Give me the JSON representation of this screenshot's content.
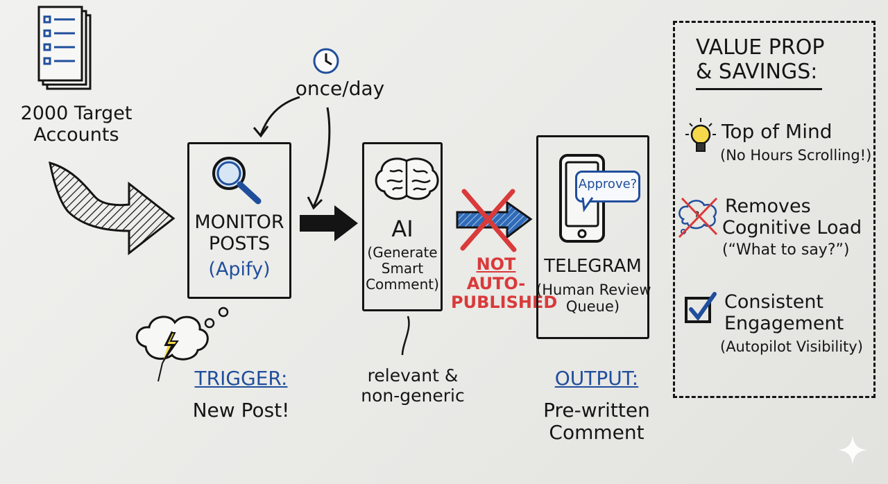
{
  "source": {
    "label_line1": "2000 Target",
    "label_line2": "Accounts"
  },
  "schedule": {
    "label": "once/day"
  },
  "monitor": {
    "title_line1": "MONITOR",
    "title_line2": "POSTS",
    "tool": "(Apify)"
  },
  "trigger": {
    "label": "TRIGGER:",
    "text": "New Post!"
  },
  "ai": {
    "title": "AI",
    "line1": "(Generate",
    "line2": "Smart",
    "line3": "Comment)",
    "note_line1": "relevant &",
    "note_line2": "non-generic"
  },
  "not_auto": {
    "line1": "NOT",
    "line2": "AUTO-",
    "line3": "PUBLISHED"
  },
  "telegram": {
    "bubble": "Approve?",
    "title": "TELEGRAM",
    "line1": "(Human Review",
    "line2": "Queue)"
  },
  "output": {
    "label": "OUTPUT:",
    "line1": "Pre-written",
    "line2": "Comment"
  },
  "value_prop": {
    "title_line1": "VALUE PROP",
    "title_line2": "& SAVINGS:",
    "items": [
      {
        "icon": "lightbulb-icon",
        "line1": "Top of Mind",
        "line2": "(No Hours Scrolling!)"
      },
      {
        "icon": "crossed-thought-cloud-icon",
        "line1": "Removes",
        "line2": "Cognitive Load",
        "line3": "(“What to say?”)"
      },
      {
        "icon": "checkbox-icon",
        "line1": "Consistent",
        "line2": "Engagement",
        "line3": "(Autopilot Visibility)"
      }
    ]
  },
  "colors": {
    "ink": "#151515",
    "blue": "#1f4e9c",
    "red": "#d93a3a",
    "yellow": "#f5d94a"
  }
}
